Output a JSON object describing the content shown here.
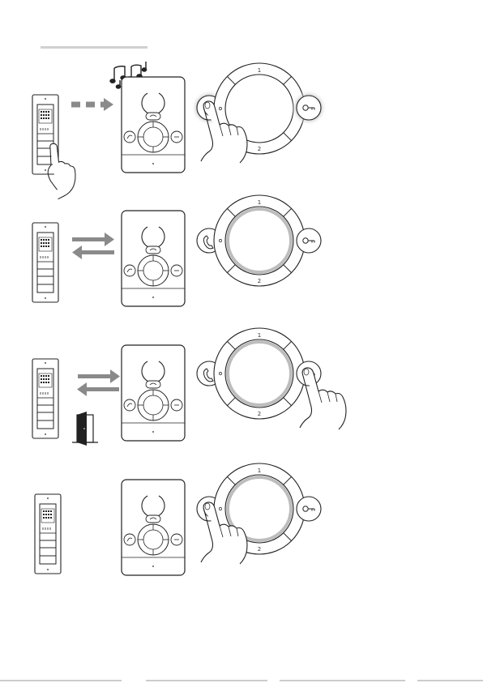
{
  "header": {
    "accent_bar_color": "#d0d0d0"
  },
  "colors": {
    "stroke": "#222222",
    "arrow": "#8a8a8a",
    "glow": "#bdbdbd",
    "bg": "#ffffff"
  },
  "steps": [
    {
      "id": "call",
      "sound_icon": "music-notes-icon",
      "arrow": "dashed-right-arrow-icon",
      "handset_glow": true,
      "key_glow": true,
      "ring_glow": false,
      "press": "handset-button"
    },
    {
      "id": "talk",
      "arrow": "two-way-arrow-icon",
      "handset_glow": false,
      "key_glow": false,
      "ring_glow": true,
      "press": "none"
    },
    {
      "id": "open",
      "arrow": "two-way-arrow-icon",
      "door_icon": "open-door-icon",
      "handset_glow": false,
      "key_glow": false,
      "ring_glow": true,
      "press": "door-release-button"
    },
    {
      "id": "end",
      "handset_glow": false,
      "key_glow": false,
      "ring_glow": true,
      "press": "handset-button"
    }
  ],
  "dial": {
    "top_label": "1",
    "bottom_label": "2"
  }
}
